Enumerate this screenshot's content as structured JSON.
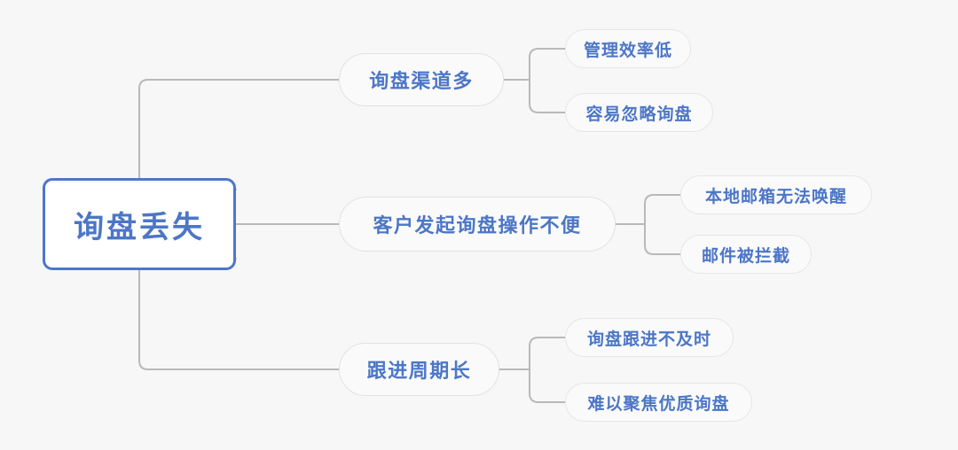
{
  "diagram": {
    "type": "mindmap",
    "title": "询盘丢失",
    "background_color": "#f7f7f7",
    "accent_color": "#4d77c7",
    "text_color": "#4c76c6",
    "connector_color": "#b9b9b9",
    "root": {
      "label": "询盘丢失",
      "fill": "#ffffff",
      "border_color": "#4d77c7"
    },
    "branches": [
      {
        "label": "询盘渠道多",
        "children": [
          {
            "label": "管理效率低"
          },
          {
            "label": "容易忽略询盘"
          }
        ]
      },
      {
        "label": "客户发起询盘操作不便",
        "children": [
          {
            "label": "本地邮箱无法唤醒"
          },
          {
            "label": "邮件被拦截"
          }
        ]
      },
      {
        "label": "跟进周期长",
        "children": [
          {
            "label": "询盘跟进不及时"
          },
          {
            "label": "难以聚焦优质询盘"
          }
        ]
      }
    ]
  }
}
